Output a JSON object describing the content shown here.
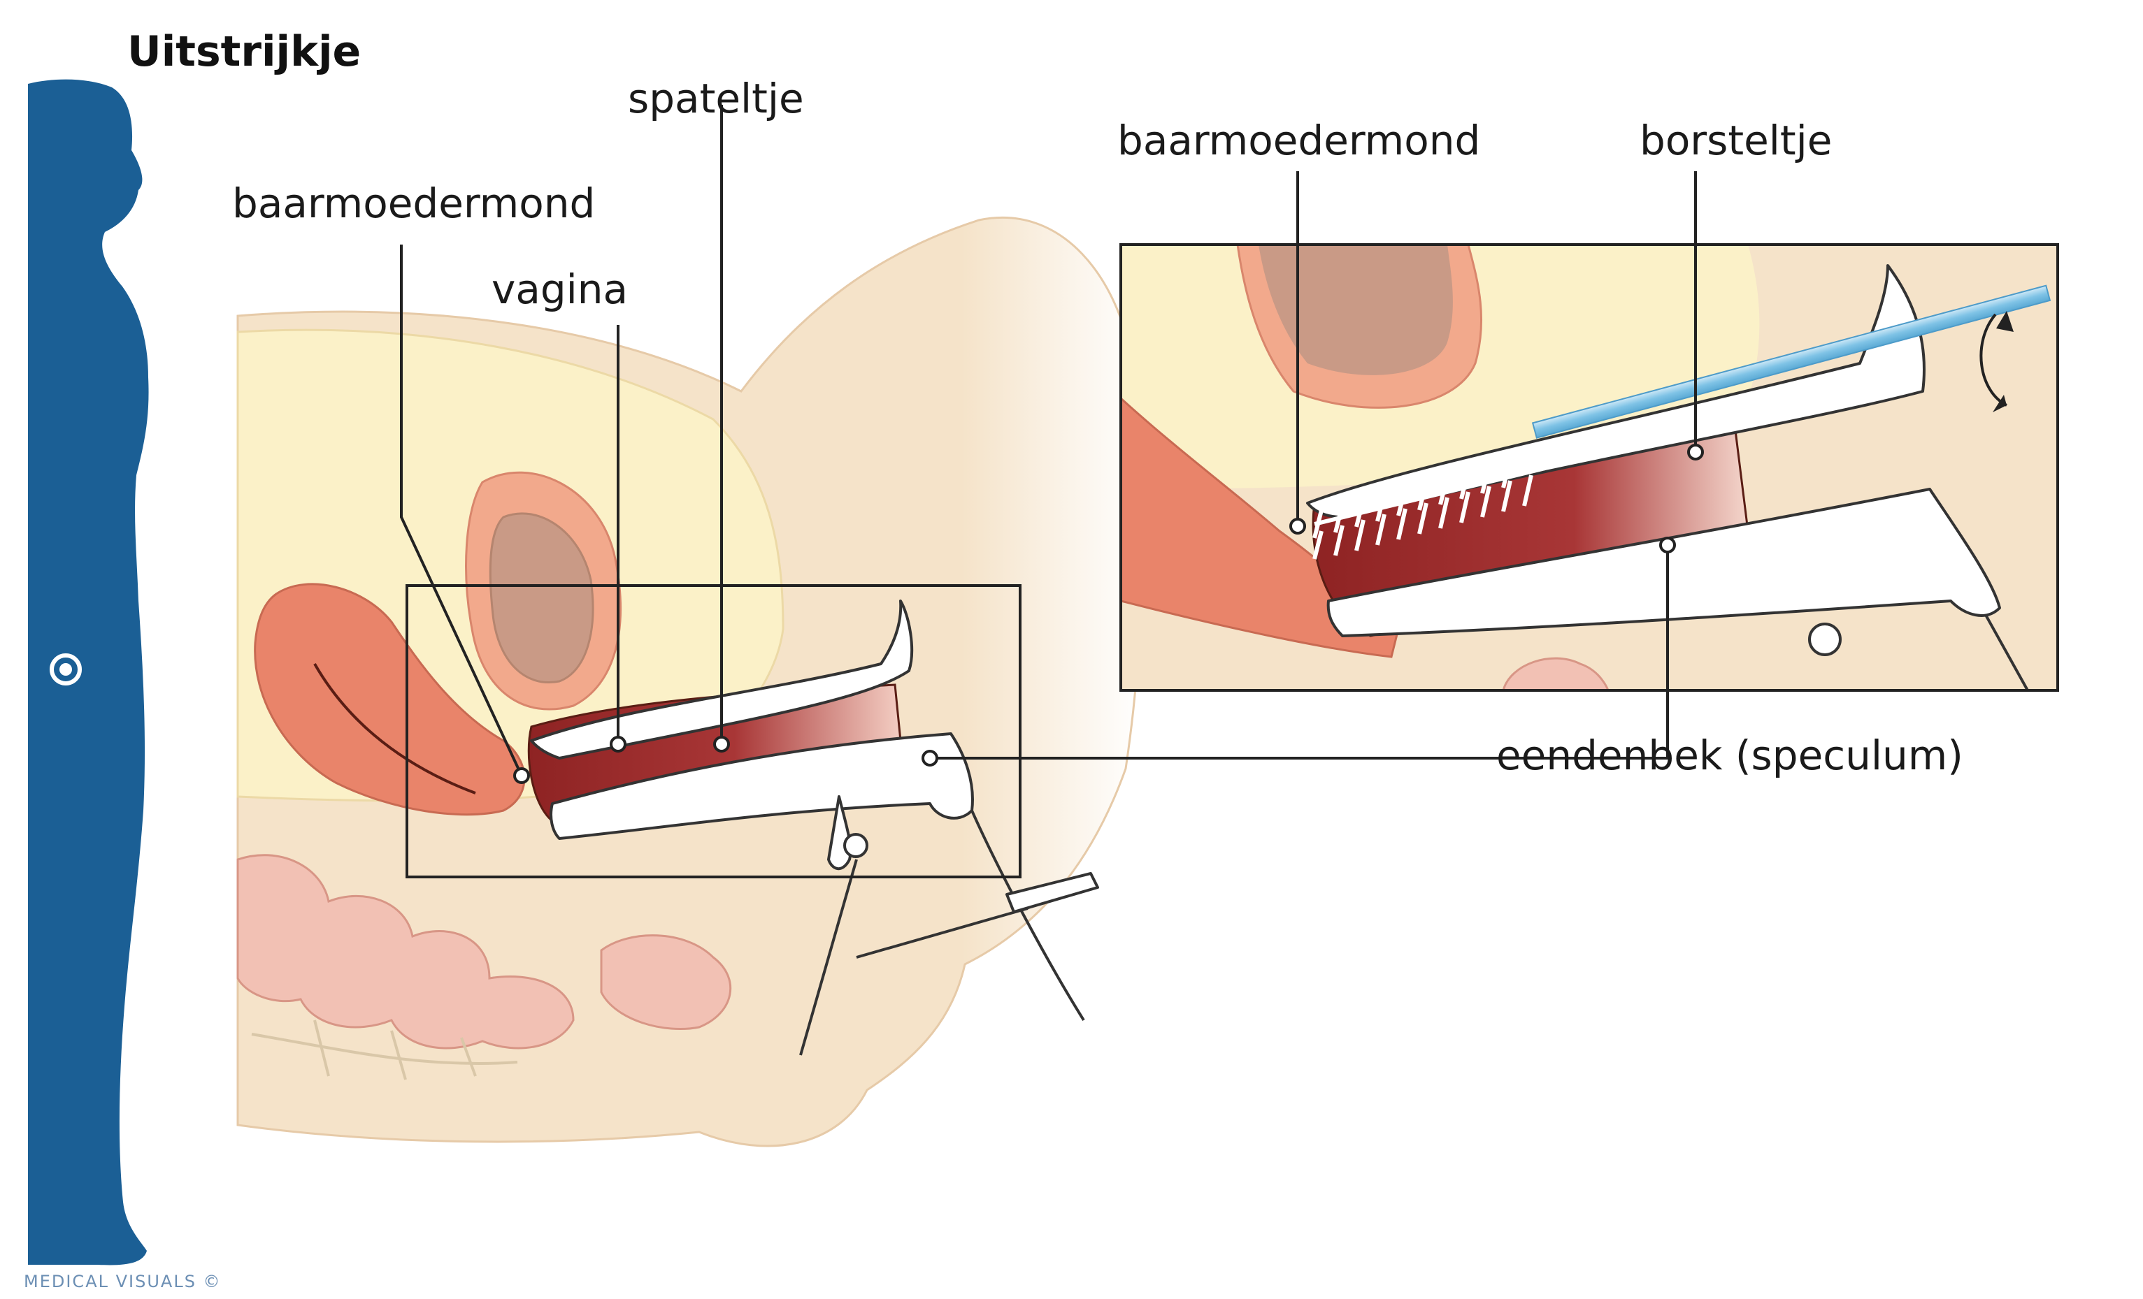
{
  "title": "Uitstrijkje",
  "credit": "MEDICAL VISUALS ©",
  "labels": {
    "spateltje": "spateltje",
    "baarmoedermond_main": "baarmoedermond",
    "vagina": "vagina",
    "baarmoedermond_inset": "baarmoedermond",
    "borsteltje": "borsteltje",
    "eendenbek": "eendenbek (speculum)"
  },
  "colors": {
    "silhouette": "#1b5f95",
    "skin": "#f5e3c9",
    "tissue": "#fbf1c8",
    "organ": "#e9846a",
    "cavity": "#9b2a2a",
    "brush": "#8fcbe9",
    "outline": "#222222"
  }
}
